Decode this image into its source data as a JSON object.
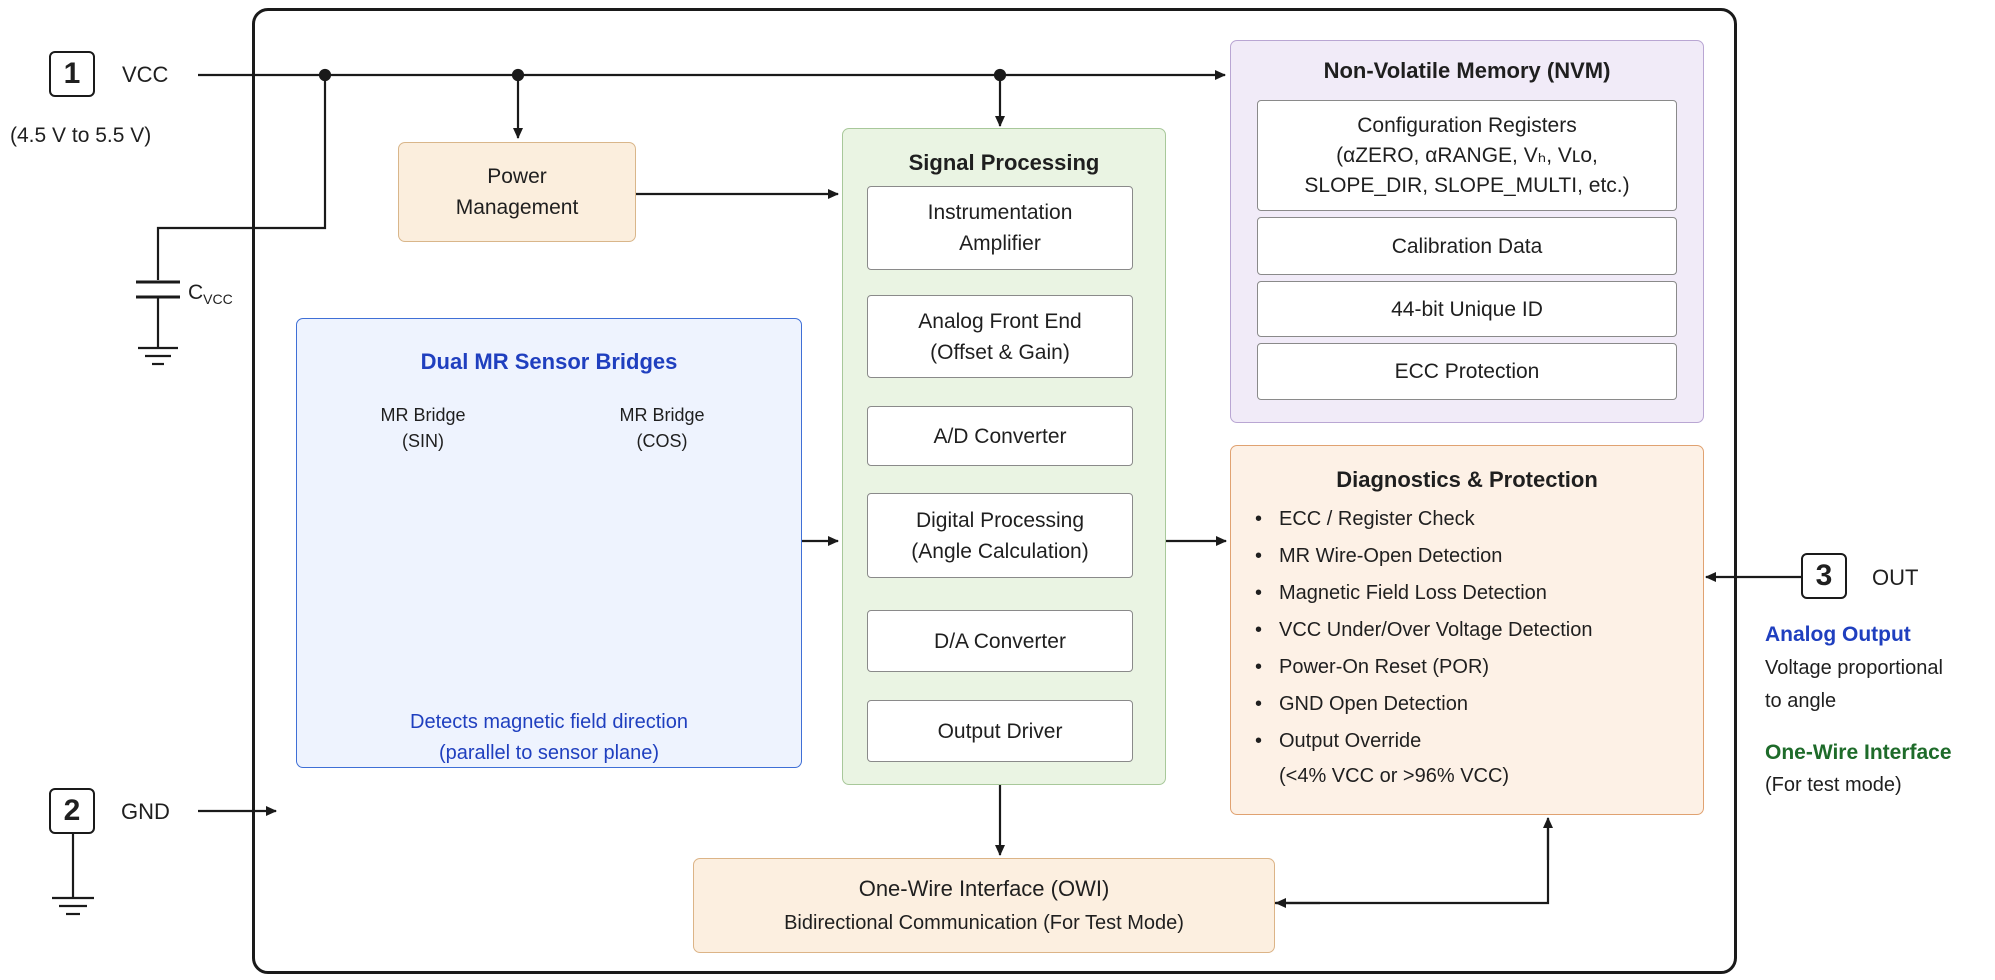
{
  "pins": [
    {
      "number": "1",
      "name": "VCC",
      "note": "(4.5 V to 5.5 V)"
    },
    {
      "number": "2",
      "name": "GND"
    },
    {
      "number": "3",
      "name": "OUT"
    }
  ],
  "capacitor": {
    "label": "C",
    "sub": "VCC"
  },
  "power_management": {
    "lines": [
      "Power",
      "Management"
    ]
  },
  "signal_processing": {
    "title": "Signal Processing",
    "blocks": [
      [
        "Instrumentation",
        "Amplifier"
      ],
      [
        "Analog Front End",
        "(Offset & Gain)"
      ],
      [
        "A/D Converter"
      ],
      [
        "Digital Processing",
        "(Angle Calculation)"
      ],
      [
        "D/A Converter"
      ],
      [
        "Output Driver"
      ]
    ]
  },
  "nvm": {
    "title": "Non-Volatile Memory (NVM)",
    "config_lines": [
      "Configuration Registers",
      "(αZERO, αRANGE, Vₕ, Vʟᴏ,",
      "SLOPE_DIR, SLOPE_MULTI, etc.)"
    ],
    "items": [
      "Calibration Data",
      "44-bit Unique ID",
      "ECC Protection"
    ]
  },
  "sensor": {
    "title": "Dual MR Sensor Bridges",
    "bridge_sin": [
      "MR Bridge",
      "(SIN)"
    ],
    "bridge_cos": [
      "MR Bridge",
      "(COS)"
    ],
    "caption": [
      "Detects magnetic field direction",
      "(parallel to sensor plane)"
    ]
  },
  "diagnostics": {
    "title": "Diagnostics & Protection",
    "items": [
      "ECC / Register Check",
      "MR Wire-Open Detection",
      "Magnetic Field Loss Detection",
      "VCC Under/Over Voltage Detection",
      "Power-On Reset (POR)",
      "GND Open Detection",
      "Output Override"
    ],
    "override_note": "(<4% VCC or >96% VCC)"
  },
  "owi": {
    "title": "One-Wire Interface (OWI)",
    "subtitle": "Bidirectional Communication (For Test Mode)"
  },
  "outputs": {
    "analog_title": "Analog Output",
    "analog_desc": [
      "Voltage proportional",
      "to angle"
    ],
    "owi_title": "One-Wire Interface",
    "owi_desc": "(For test mode)"
  },
  "colors": {
    "power_fill": "#fbeedd",
    "power_border": "#d9b68a",
    "sp_fill": "#eaf4e3",
    "sp_border": "#a8c89a",
    "nvm_fill": "#f1ebf8",
    "nvm_border": "#b9a6d3",
    "sensor_fill": "#eef3fe",
    "sensor_border": "#3f6fd6",
    "sensor_text": "#1f3fbf",
    "diag_fill": "#fdf1e6",
    "diag_border": "#e0a271",
    "owi_fill": "#fcefe0",
    "owi_border": "#dcb487",
    "analog_blue": "#1f3fbf",
    "owi_green": "#1e6b2a"
  }
}
